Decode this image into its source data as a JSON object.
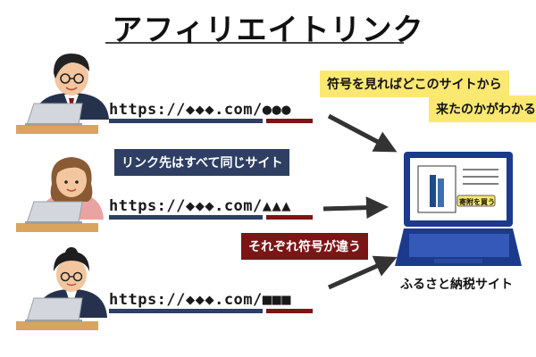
{
  "title": "アフィリエイトリンク",
  "links": [
    {
      "url": "https://◆◆◆.com/●●●"
    },
    {
      "url": "https://◆◆◆.com/▲▲▲"
    },
    {
      "url": "https://◆◆◆.com/■■■"
    }
  ],
  "labels": {
    "same_site": "リンク先はすべて同じサイト",
    "different_code": "それぞれ符号が違う",
    "tells_line1": "符号を見ればどこのサイトから",
    "tells_line2": "来たのかがわかる",
    "site_name": "ふるさと納税サイト",
    "buy_button": "寄附を買う"
  },
  "colors": {
    "navy": "#2e3f63",
    "maroon": "#7b1616",
    "yellow": "#fbe871",
    "laptop_blue": "#1c3a8c"
  },
  "icons": [
    "person-laptop-icon",
    "woman-laptop-icon",
    "woman-laptop-icon",
    "laptop-icon",
    "arrow-icon"
  ]
}
